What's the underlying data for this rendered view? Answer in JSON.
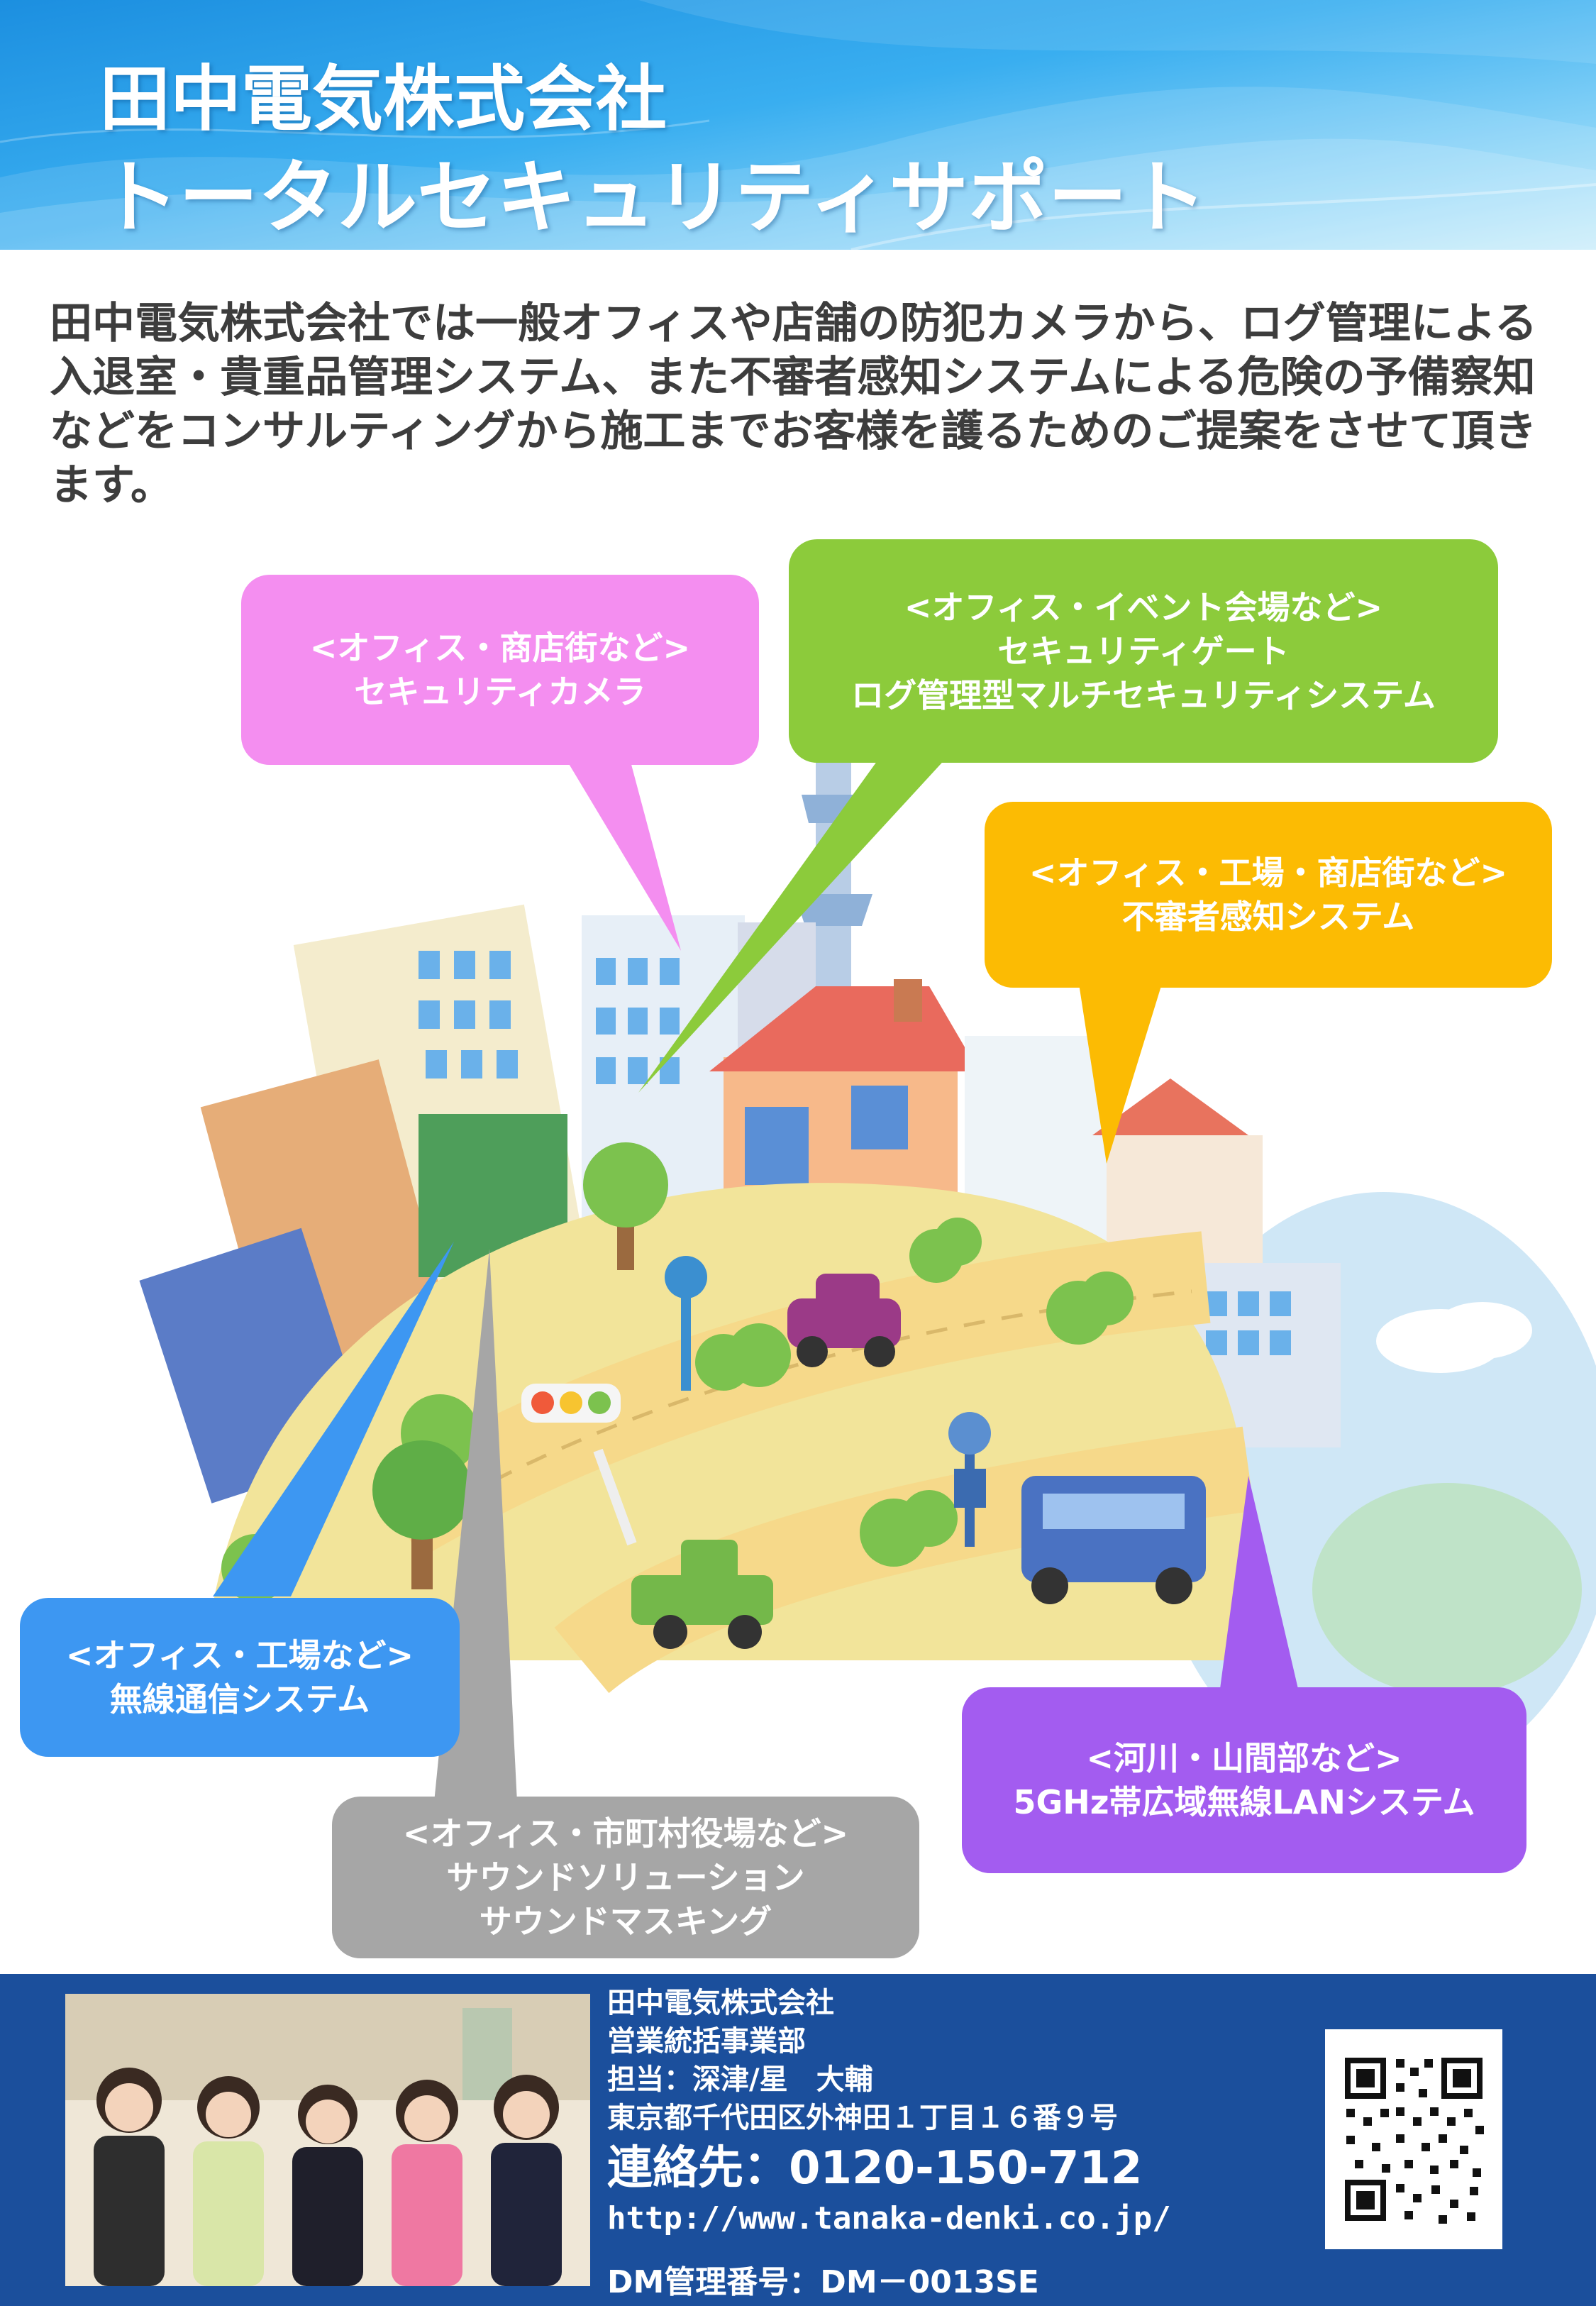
{
  "header": {
    "title_line1": "田中電気株式会社",
    "title_line2": "トータルセキュリティサポート"
  },
  "intro": {
    "text": "田中電気株式会社では一般オフィスや店舗の防犯カメラから、ログ管理による入退室・貴重品管理システム、また不審者感知システムによる危険の予備察知などをコンサルティングから施工までお客様を護るためのご提案をさせて頂きます。"
  },
  "bubbles": {
    "camera": {
      "line1": "<オフィス・商店街など>",
      "line2": "セキュリティカメラ",
      "color": "#f48ef0"
    },
    "gate": {
      "line1": "<オフィス・イベント会場など>",
      "line2": "セキュリティゲート",
      "line3": "ログ管理型マルチセキュリティシステム",
      "color": "#8ccb3b"
    },
    "intruder": {
      "line1": "<オフィス・工場・商店街など>",
      "line2": "不審者感知システム",
      "color": "#fcbb03"
    },
    "wireless": {
      "line1": "<オフィス・工場など>",
      "line2": "無線通信システム",
      "color": "#3d97f2"
    },
    "lan": {
      "line1": "<河川・山間部など>",
      "line2": "5GHz帯広域無線LANシステム",
      "color": "#a35cf0"
    },
    "sound": {
      "line1": "<オフィス・市町村役場など>",
      "line2": "サウンドソリューション",
      "line3": "サウンドマスキング",
      "color": "#a6a6a6"
    }
  },
  "contact": {
    "company": "田中電気株式会社",
    "department": "営業統括事業部",
    "staff": "担当：深津/星　大輔",
    "address": "東京都千代田区外神田１丁目１６番９号",
    "phone": "連絡先：0120-150-712",
    "url": "http://www.tanaka-denki.co.jp/",
    "dm_number": "DM管理番号：DM－0013SE"
  },
  "colors": {
    "header_blue": "#2a9fe8",
    "footer_blue": "#1b4f9c",
    "intro_text": "#3d3d3d"
  }
}
